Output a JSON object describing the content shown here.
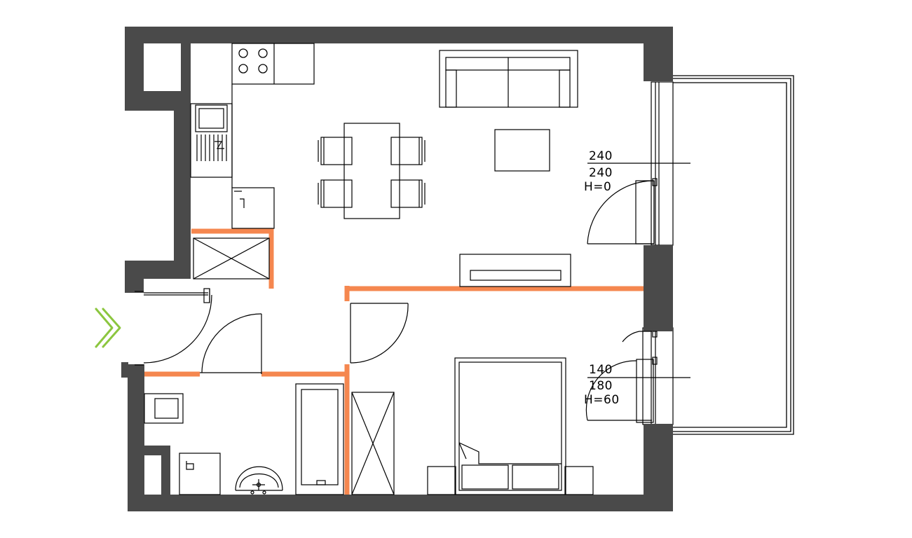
{
  "colors": {
    "wall": "#4a4a4a",
    "partition": "#f5874f",
    "line": "#000000",
    "entrance_arrow": "#8cc63f",
    "background": "#ffffff"
  },
  "openings": {
    "living_room_door": {
      "width": "240",
      "height": "240",
      "sill": "H=0"
    },
    "bedroom_window": {
      "width": "140",
      "height": "180",
      "sill": "H=60"
    }
  },
  "icons": {
    "entrance": "double-chevron-right-icon",
    "sofa": "sofa-icon",
    "bed": "double-bed-icon",
    "cooktop": "cooktop-icon",
    "sink": "sink-icon",
    "bathtub": "bathtub-icon",
    "washbasin": "washbasin-icon"
  }
}
